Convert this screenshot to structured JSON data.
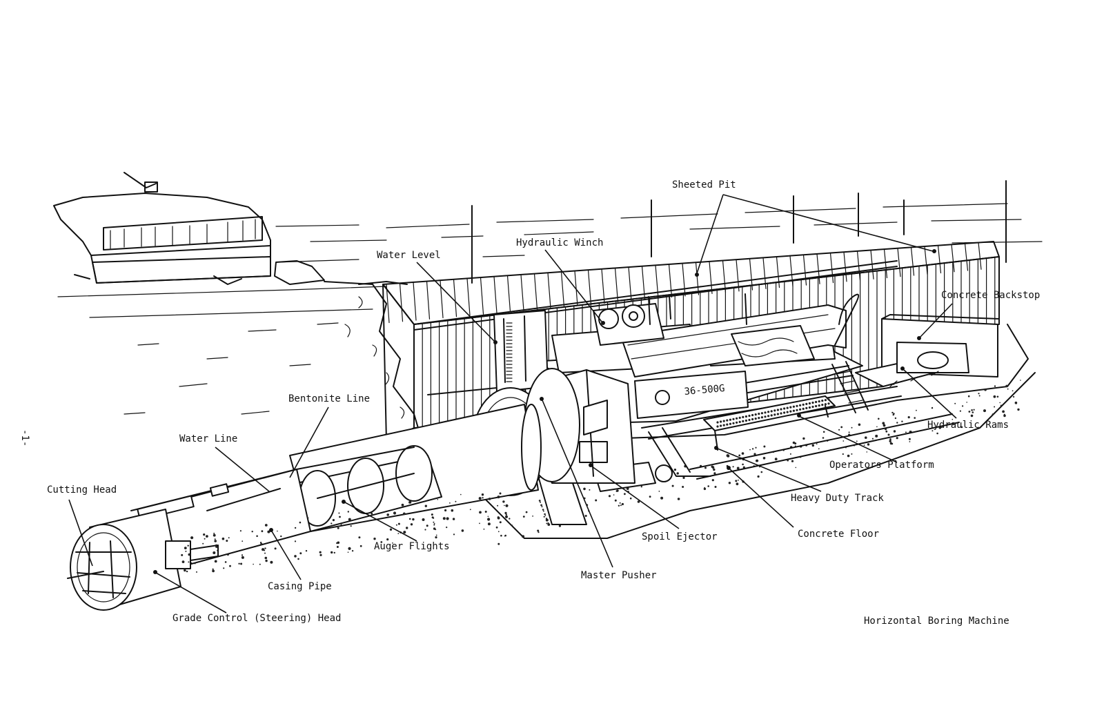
{
  "figure": {
    "caption": "Horizontal Boring Machine",
    "page_number": "-1-",
    "machine_plate": "36-500G"
  },
  "labels": {
    "sheeted_pit": "Sheeted Pit",
    "hydraulic_winch": "Hydraulic Winch",
    "water_level": "Water Level",
    "concrete_backstop": "Concrete Backstop",
    "bentonite_line": "Bentonite Line",
    "water_line": "Water Line",
    "hydraulic_rams": "Hydraulic Rams",
    "operators_platform": "Operators Platform",
    "cutting_head": "Cutting Head",
    "heavy_duty_track": "Heavy Duty Track",
    "spoil_ejector": "Spoil Ejector",
    "concrete_floor": "Concrete Floor",
    "auger_flights": "Auger Flights",
    "master_pusher": "Master Pusher",
    "casing_pipe": "Casing Pipe",
    "grade_control_head": "Grade Control (Steering) Head"
  }
}
